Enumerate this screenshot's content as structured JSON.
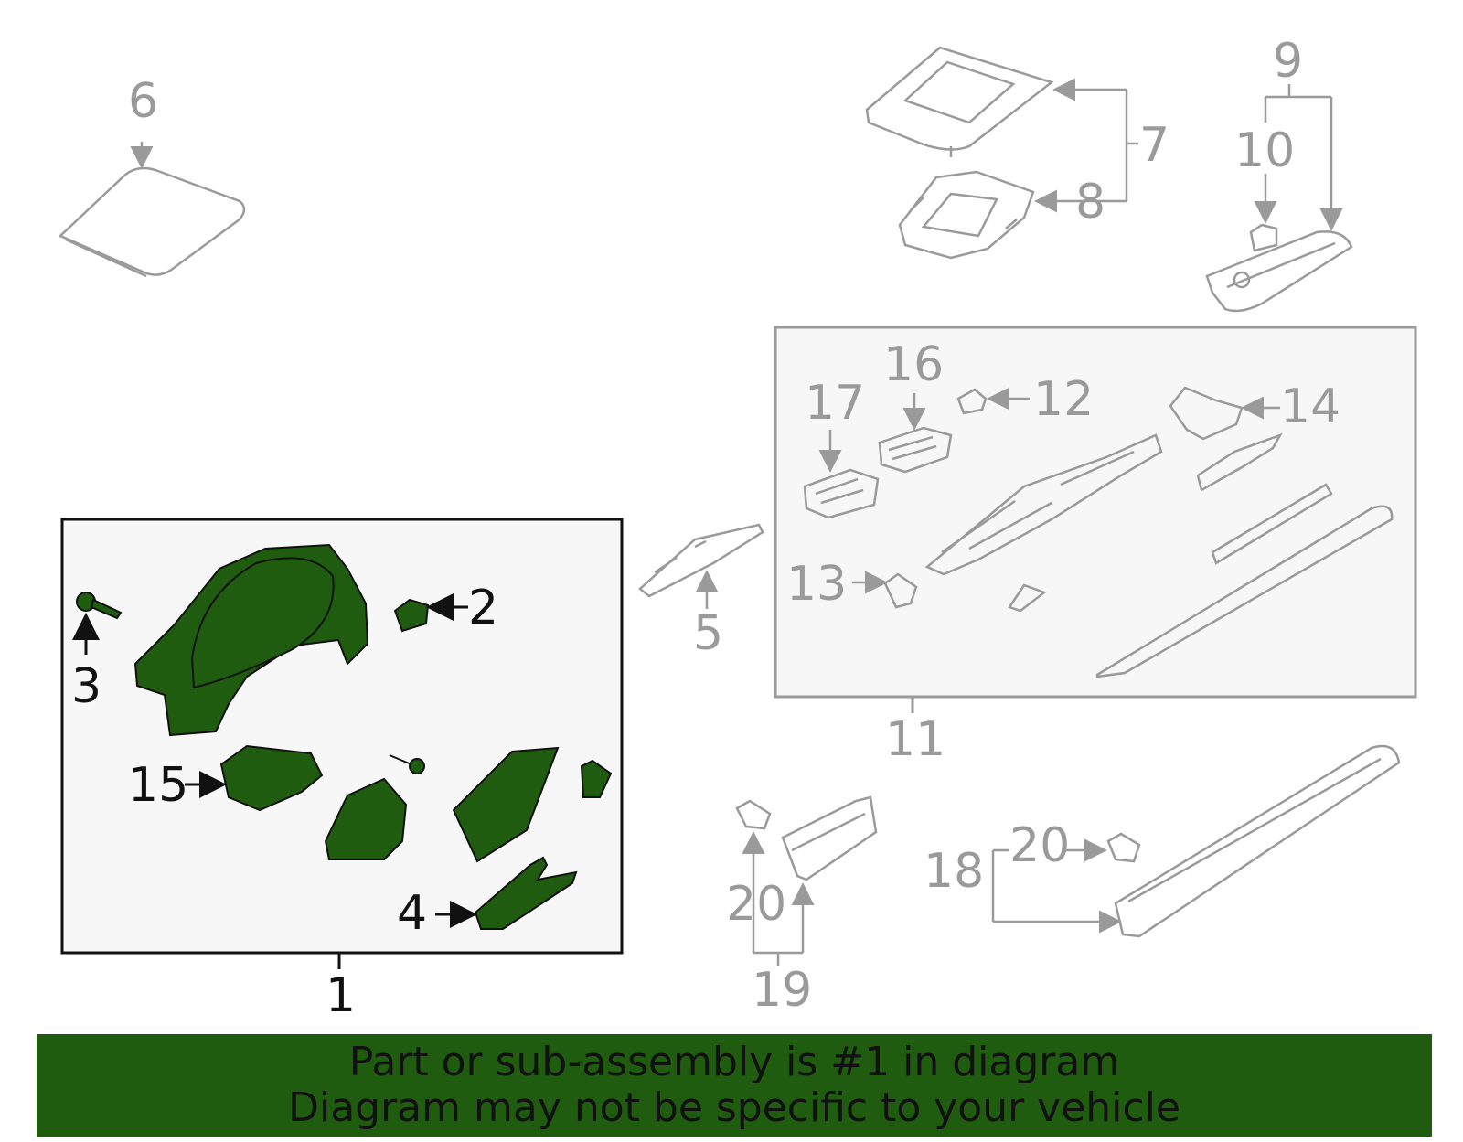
{
  "callouts": {
    "c1": "1",
    "c2": "2",
    "c3": "3",
    "c4": "4",
    "c5": "5",
    "c6": "6",
    "c7": "7",
    "c8": "8",
    "c9": "9",
    "c10": "10",
    "c11": "11",
    "c12": "12",
    "c13": "13",
    "c14": "14",
    "c15": "15",
    "c16": "16",
    "c17": "17",
    "c18": "18",
    "c20a": "20",
    "c20b": "20",
    "c19": "19"
  },
  "banner": {
    "line1": "Part or sub-assembly is #1 in diagram",
    "line2": "Diagram may not be specific to your vehicle"
  },
  "colors": {
    "highlight_fill": "#1f5c0f",
    "outline_grey": "#9a9a9a",
    "box_fill": "#f7f7f7",
    "banner_bg": "#1f5c0f"
  }
}
